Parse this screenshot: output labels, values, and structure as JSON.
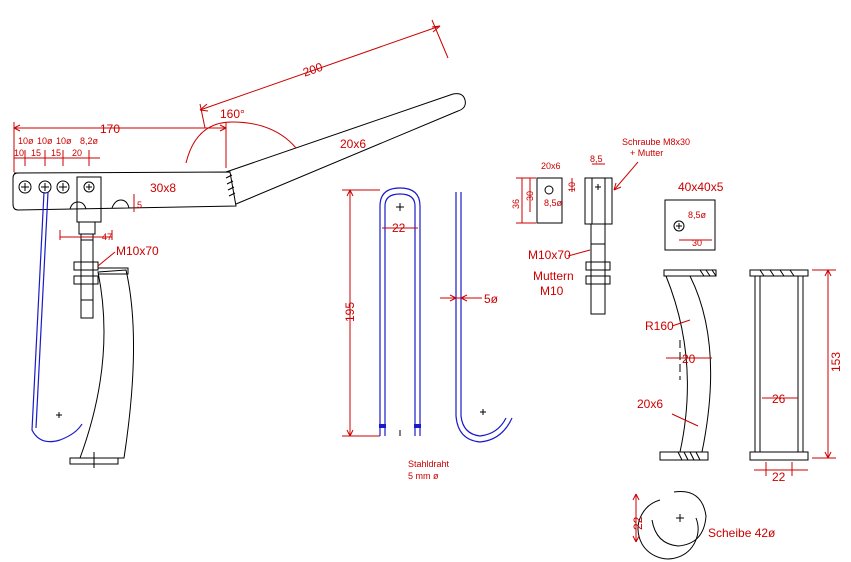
{
  "colors": {
    "outline": "#000000",
    "dimension": "#cc0000",
    "wire": "#1a1acc",
    "background": "#ffffff"
  },
  "labels": {
    "len_200": "200",
    "angle_160": "160°",
    "len_170": "170",
    "holes_10_1": "10",
    "holes_10a": "10ø",
    "holes_10b": "10ø",
    "holes_10c": "10ø",
    "holes_82": "8,2ø",
    "sp_15a": "15",
    "sp_15b": "15",
    "sp_20": "20",
    "bar_20x6": "20x6",
    "bar_30x8": "30x8",
    "slot_5": "5",
    "dim_47": "47",
    "bolt_m10x70": "M10x70",
    "wire_195": "195",
    "wire_22": "22",
    "wire_50": "5ø",
    "wire_material_1": "Stahldraht",
    "wire_material_2": "5 mm ø",
    "clamp_20x6": "20x6",
    "clamp_36": "36",
    "clamp_30": "30",
    "clamp_85": "8,5ø",
    "clamp_85b": "8,5",
    "clamp_10": "10",
    "screw_note_1": "Schraube M8x30",
    "screw_note_2": "+ Mutter",
    "bolt2_m10x70": "M10x70",
    "nuts_1": "Muttern",
    "nuts_2": "M10",
    "plate_40x40x5": "40x40x5",
    "plate_85": "8,5ø",
    "plate_30": "30",
    "radius_r160": "R160",
    "strap_20": "20",
    "strap_20x6": "20x6",
    "tube_26": "26",
    "tube_153": "153",
    "tube_22": "22",
    "washer_22": "22",
    "washer_label": "Scheibe 42ø"
  }
}
